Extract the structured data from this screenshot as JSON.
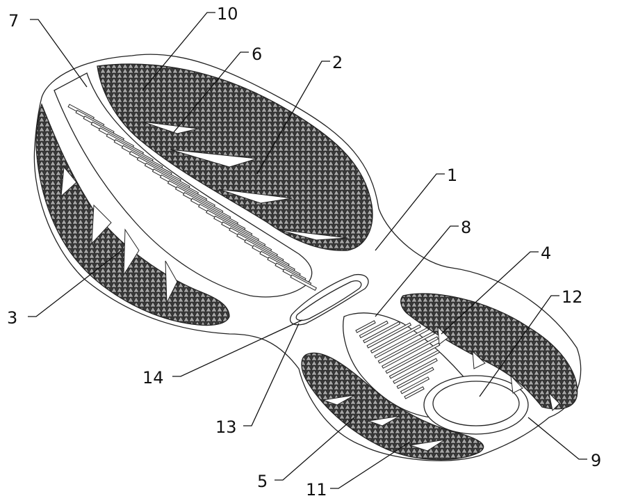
{
  "callouts": [
    {
      "id": "7",
      "label": "7"
    },
    {
      "id": "10",
      "label": "10"
    },
    {
      "id": "6",
      "label": "6"
    },
    {
      "id": "2",
      "label": "2"
    },
    {
      "id": "1",
      "label": "1"
    },
    {
      "id": "8",
      "label": "8"
    },
    {
      "id": "4",
      "label": "4"
    },
    {
      "id": "12",
      "label": "12"
    },
    {
      "id": "3",
      "label": "3"
    },
    {
      "id": "14",
      "label": "14"
    },
    {
      "id": "13",
      "label": "13"
    },
    {
      "id": "5",
      "label": "5"
    },
    {
      "id": "11",
      "label": "11"
    },
    {
      "id": "9",
      "label": "9"
    }
  ],
  "colors": {
    "line": "#222222",
    "background": "#ffffff",
    "mesh": "#2a2a2a"
  }
}
